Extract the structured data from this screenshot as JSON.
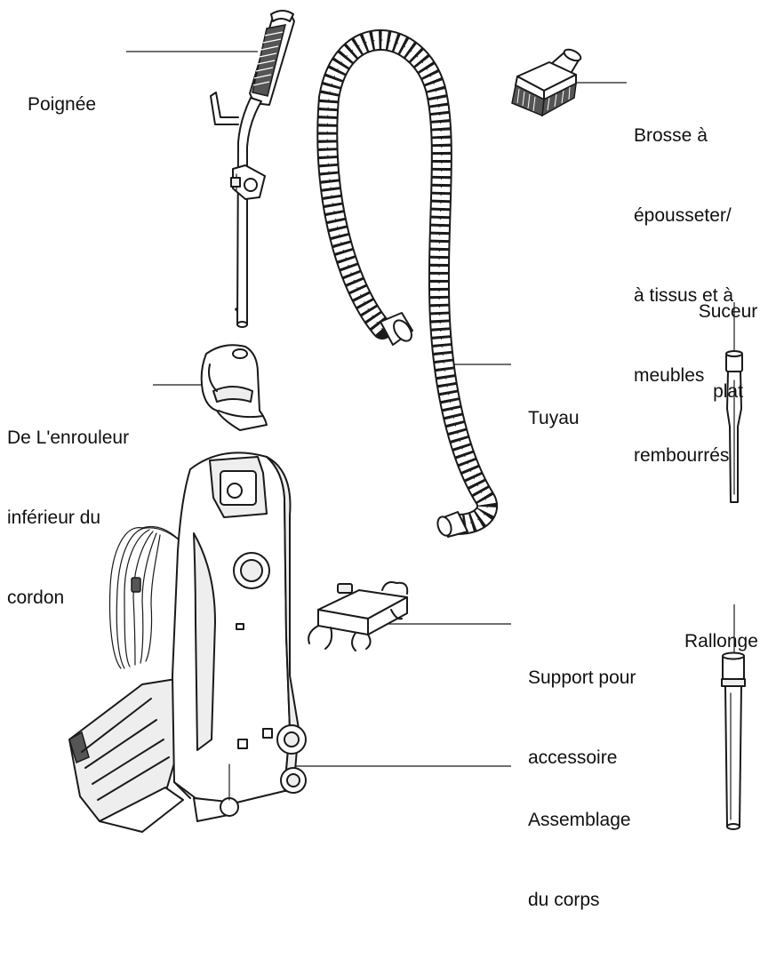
{
  "labels": {
    "poignee": [
      "Poignée"
    ],
    "brosse": [
      "Brosse à",
      "épousseter/",
      "à tissus et à",
      "meubles",
      "rembourrés"
    ],
    "suceur": [
      "Suceur",
      "plat"
    ],
    "tuyau": [
      "Tuyau"
    ],
    "enrouleur": [
      "De L'enrouleur",
      "inférieur du",
      "cordon"
    ],
    "rallonge": [
      "Rallonge"
    ],
    "support": [
      "Support pour",
      "accessoire"
    ],
    "assemblage": [
      "Assemblage",
      "du corps"
    ]
  }
}
